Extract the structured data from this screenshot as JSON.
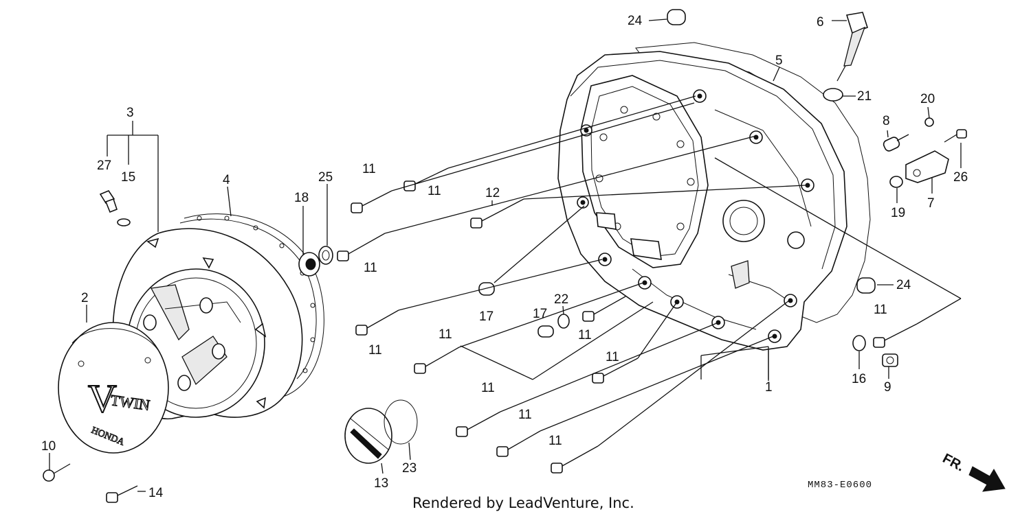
{
  "diagram": {
    "credit": "Rendered by LeadVenture, Inc.",
    "diagram_code": "MM83-E0600",
    "front_indicator": "FR.",
    "emblem_text": {
      "v": "V",
      "twin": "TWIN",
      "brand": "HONDA"
    },
    "callouts": {
      "c1": "1",
      "c2": "2",
      "c3": "3",
      "c4": "4",
      "c5": "5",
      "c6": "6",
      "c7": "7",
      "c8": "8",
      "c9": "9",
      "c10": "10",
      "c11a": "11",
      "c11b": "11",
      "c11c": "11",
      "c11d": "11",
      "c11e": "11",
      "c11f": "11",
      "c11g": "11",
      "c11h": "11",
      "c11i": "11",
      "c11j": "11",
      "c11k": "11",
      "c12": "12",
      "c13": "13",
      "c14": "14",
      "c15": "15",
      "c16": "16",
      "c17a": "17",
      "c17b": "17",
      "c18": "18",
      "c19": "19",
      "c20": "20",
      "c21": "21",
      "c22": "22",
      "c23": "23",
      "c24a": "24",
      "c24b": "24",
      "c25": "25",
      "c26": "26",
      "c27": "27"
    }
  }
}
